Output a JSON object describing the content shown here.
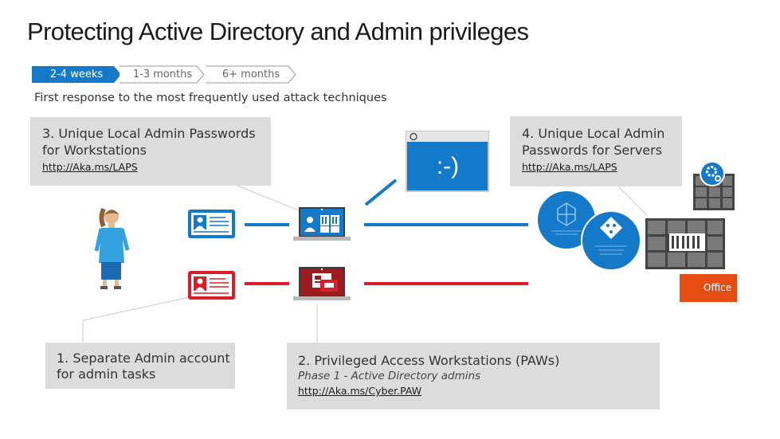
{
  "title": "Protecting Active Directory and Admin privileges",
  "timeline": [
    "2-4 weeks",
    "1-3 months",
    "6+ months"
  ],
  "subtitle": "First response to the most frequently used attack techniques",
  "cards": {
    "card3": {
      "title": "3. Unique Local Admin Passwords for Workstations",
      "link": "http://Aka.ms/LAPS"
    },
    "card4": {
      "title": "4. Unique Local Admin Passwords for Servers",
      "link": "http://Aka.ms/LAPS"
    },
    "card1": {
      "title": "1. Separate Admin account for admin tasks"
    },
    "card2": {
      "title": "2. Privileged Access Workstations (PAWs)",
      "subtitle": "Phase 1 - Active Directory admins",
      "link": "http://Aka.ms/Cyber.PAW"
    }
  },
  "smiley": ":-)",
  "office_label": "Office",
  "colors": {
    "blue": "#1479c9",
    "red": "#d81e2a",
    "card_bg": "#dcdcdc",
    "office": "#e74c11",
    "dark_red": "#9b1b1f"
  }
}
